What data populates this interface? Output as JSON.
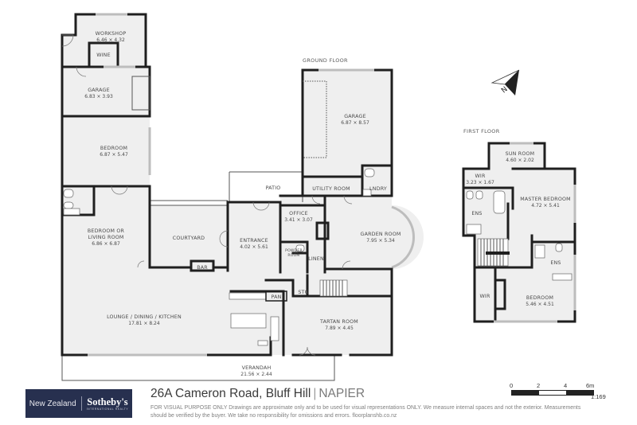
{
  "floors": {
    "ground": {
      "label": "GROUND FLOOR",
      "rooms": {
        "workshop": {
          "name": "WORKSHOP",
          "dims": "6.46 × 4.32"
        },
        "wine": {
          "name": "WINE"
        },
        "garage_west": {
          "name": "GARAGE",
          "dims": "6.83 × 3.93"
        },
        "bedroom": {
          "name": "BEDROOM",
          "dims": "6.87 × 5.47"
        },
        "bedroom_living": {
          "name_line1": "BEDROOM OR",
          "name_line2": "LIVING ROOM",
          "dims": "6.86 × 6.87"
        },
        "courtyard": {
          "name": "COURTYARD"
        },
        "bar": {
          "name": "BAR"
        },
        "patio": {
          "name": "PATIO"
        },
        "entrance": {
          "name": "ENTRANCE",
          "dims": "4.02 × 5.61"
        },
        "garage_east": {
          "name": "GARAGE",
          "dims": "6.87 × 8.57"
        },
        "utility_room": {
          "name": "UTILITY ROOM"
        },
        "laundry": {
          "name": "LNDRY"
        },
        "office": {
          "name": "OFFICE",
          "dims": "3.41 × 3.07"
        },
        "powder_room": {
          "name_line1": "POWDER",
          "name_line2": "ROOM"
        },
        "linen": {
          "name": "LINEN"
        },
        "garden_room": {
          "name": "GARDEN ROOM",
          "dims": "7.95 × 5.34"
        },
        "storage": {
          "name": "STG"
        },
        "pantry": {
          "name": "PAN"
        },
        "lounge_dining_kitchen": {
          "name": "LOUNGE / DINING / KITCHEN",
          "dims": "17.81 × 8.24"
        },
        "tartan_room": {
          "name": "TARTAN ROOM",
          "dims": "7.89 × 4.45"
        },
        "verandah": {
          "name": "VERANDAH",
          "dims": "21.56 × 2.44"
        }
      }
    },
    "first": {
      "label": "FIRST FLOOR",
      "rooms": {
        "sun_room": {
          "name": "SUN ROOM",
          "dims": "4.60 × 2.02"
        },
        "wir_master": {
          "name": "WIR",
          "dims": "3.23 × 1.67"
        },
        "master_bedroom": {
          "name": "MASTER BEDROOM",
          "dims": "4.72 × 5.41"
        },
        "ensuite_west": {
          "name": "ENS"
        },
        "ensuite_east": {
          "name": "ENS"
        },
        "wir_bedroom": {
          "name": "WIR"
        },
        "bedroom": {
          "name": "BEDROOM",
          "dims": "5.46 × 4.51"
        }
      }
    }
  },
  "compass": {
    "icon": "north-arrow-icon",
    "label": "N"
  },
  "footer": {
    "logo": {
      "region": "New Zealand",
      "brand": "Sotheby's",
      "tagline": "INTERNATIONAL REALTY",
      "bg_color": "#27304f"
    },
    "address": "26A Cameron Road, Bluff Hill",
    "separator": "|",
    "city": "NAPIER",
    "disclaimer": "FOR VISUAL PURPOSE ONLY Drawings are approximate only and to be used for visual representations ONLY. We measure internal spaces and not the exterior. Measurements should be verified by the buyer. We take no responsibility for omissions and errors. floorplanshb.co.nz"
  },
  "scale": {
    "ticks": [
      "0",
      "2",
      "4",
      "6m"
    ],
    "ratio": "1:169"
  }
}
